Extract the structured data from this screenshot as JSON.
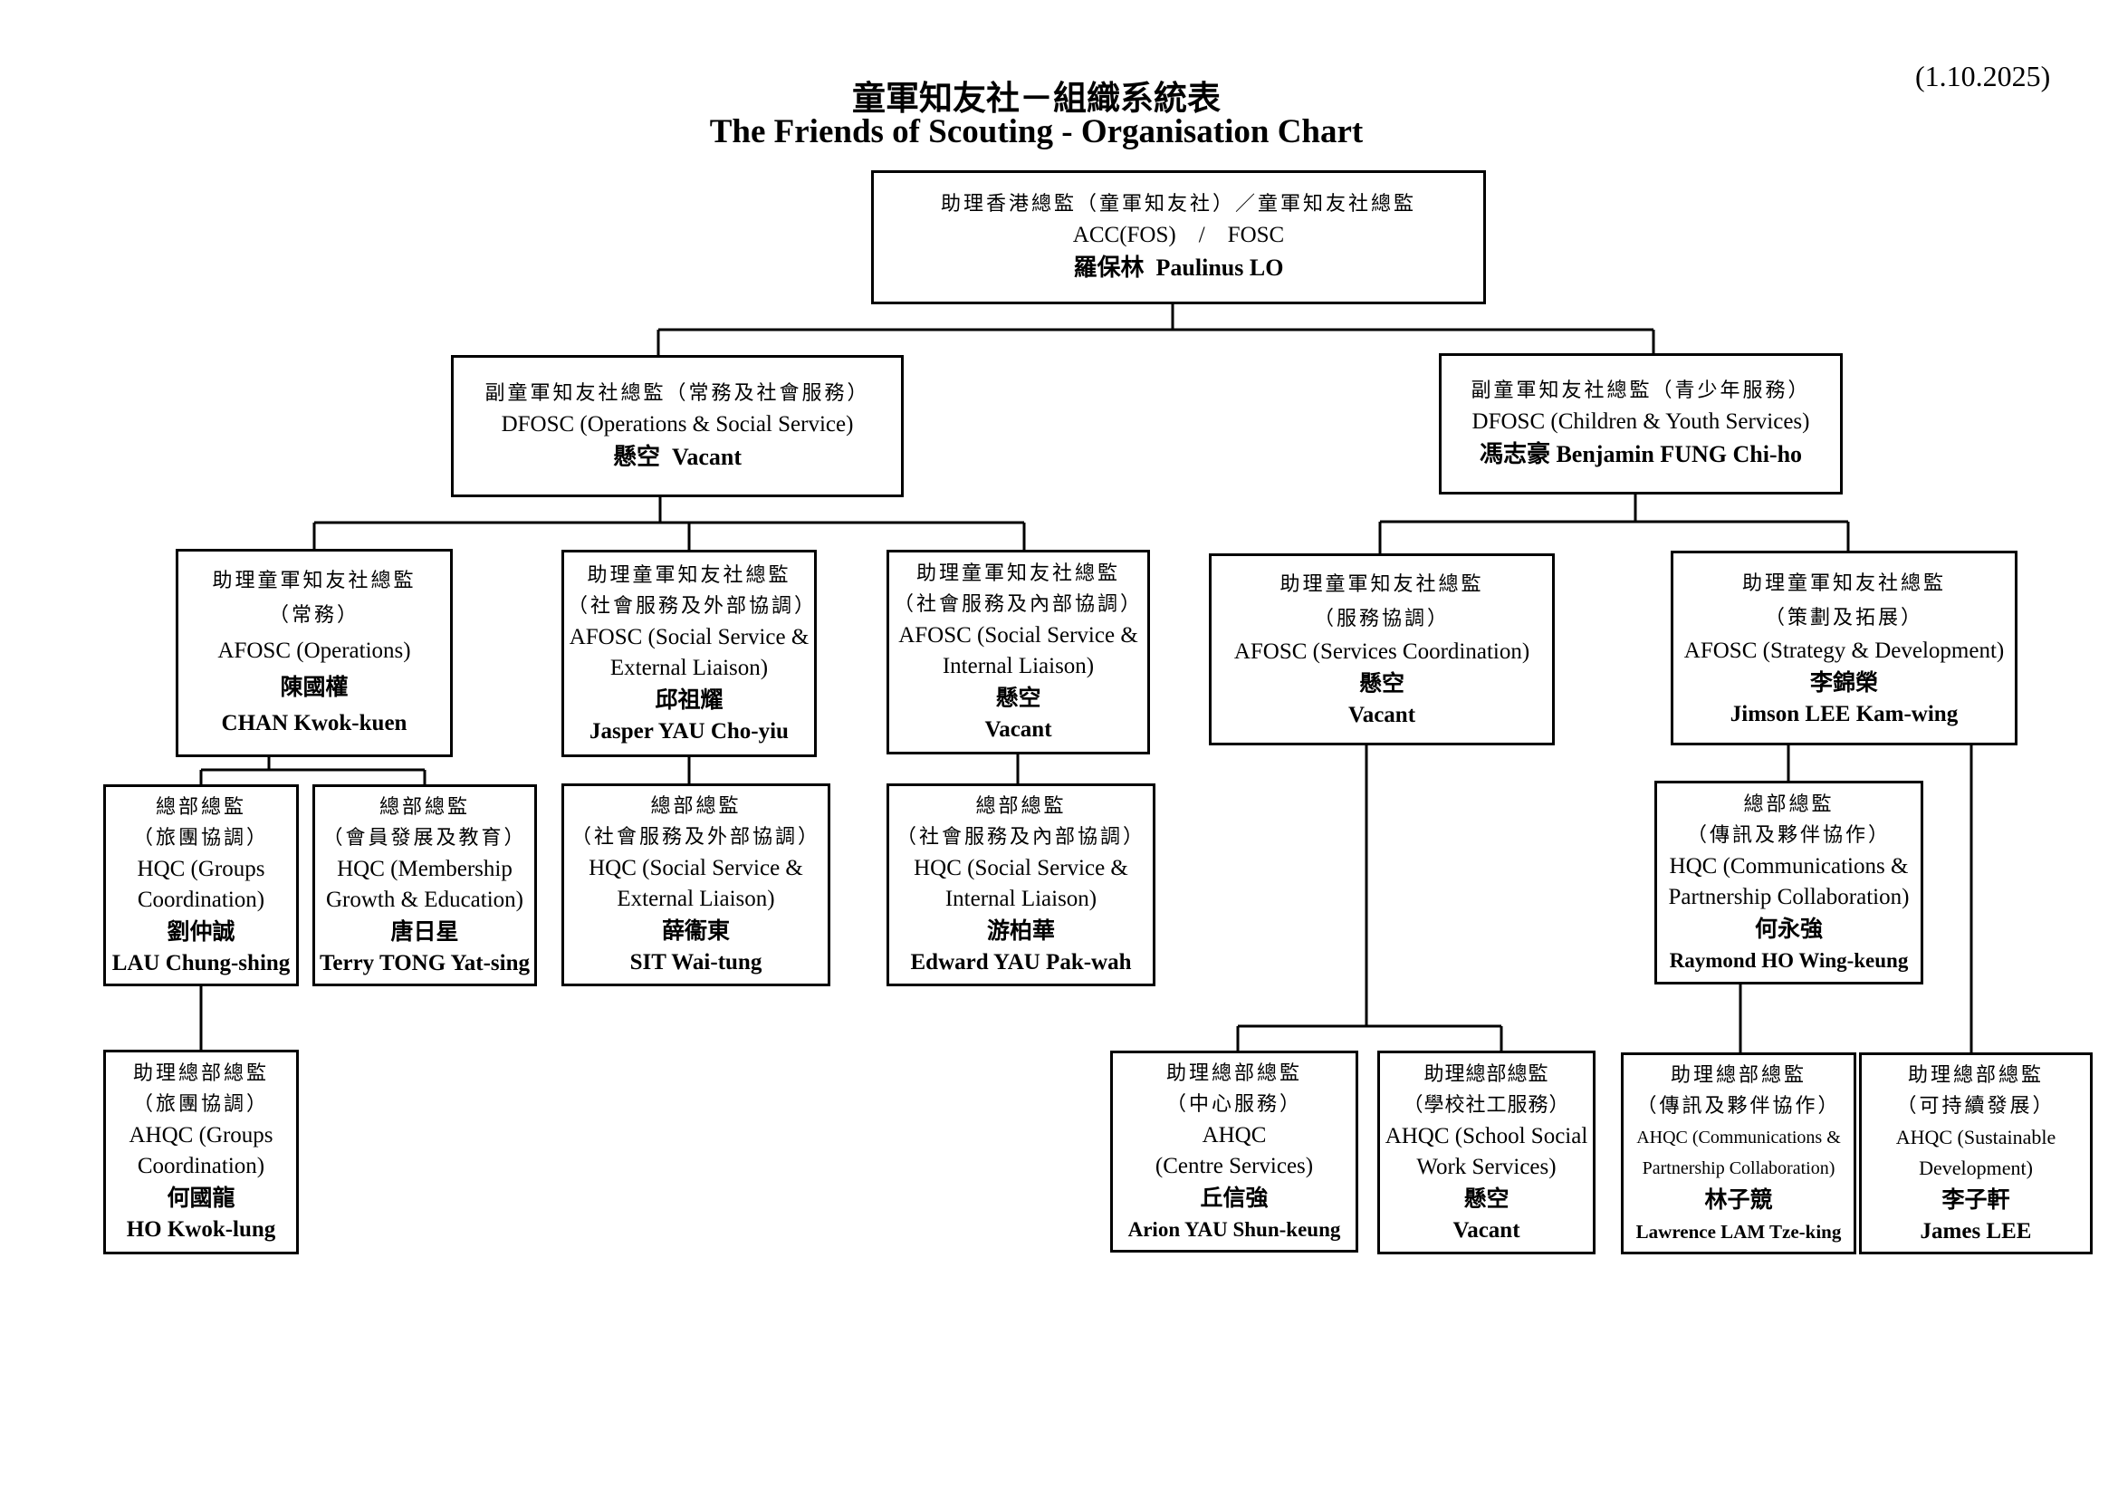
{
  "title": {
    "zh": "童軍知友社－組織系統表",
    "en": "The Friends of Scouting - Organisation Chart"
  },
  "date": "(1.10.2025)",
  "nodes": {
    "acc": {
      "role_zh": "助理香港總監（童軍知友社）／童軍知友社總監",
      "role_en": "ACC(FOS)    /    FOSC",
      "name_zh": "羅保林",
      "name_en": "Paulinus LO"
    },
    "dfosc_ops": {
      "role_zh": "副童軍知友社總監（常務及社會服務）",
      "role_en": "DFOSC (Operations & Social Service)",
      "name_zh": "懸空",
      "name_en": "Vacant"
    },
    "dfosc_cys": {
      "role_zh": "副童軍知友社總監（青少年服務）",
      "role_en": "DFOSC (Children & Youth Services)",
      "name_zh": "馮志豪",
      "name_en": "Benjamin FUNG Chi-ho"
    },
    "afosc_ops": {
      "role_zh": "助理童軍知友社總監\n（常務）",
      "role_en": "AFOSC (Operations)",
      "name_zh": "陳國權",
      "name_en": "CHAN Kwok-kuen"
    },
    "afosc_sse": {
      "role_zh": "助理童軍知友社總監\n（社會服務及外部協調）",
      "role_en": "AFOSC (Social Service &\nExternal Liaison)",
      "name_zh": "邱祖耀",
      "name_en": "Jasper YAU Cho-yiu"
    },
    "afosc_ssi": {
      "role_zh": "助理童軍知友社總監\n（社會服務及內部協調）",
      "role_en": "AFOSC (Social Service &\nInternal Liaison)",
      "name_zh": "懸空",
      "name_en": "Vacant"
    },
    "afosc_sc": {
      "role_zh": "助理童軍知友社總監\n（服務協調）",
      "role_en": "AFOSC (Services Coordination)",
      "name_zh": "懸空",
      "name_en": "Vacant"
    },
    "afosc_sd": {
      "role_zh": "助理童軍知友社總監\n（策劃及拓展）",
      "role_en": "AFOSC (Strategy & Development)",
      "name_zh": "李錦榮",
      "name_en": "Jimson LEE Kam-wing"
    },
    "hqc_gc": {
      "role_zh": "總部總監\n（旅團協調）",
      "role_en": "HQC (Groups\nCoordination)",
      "name_zh": "劉仲誠",
      "name_en": "LAU Chung-shing"
    },
    "hqc_mge": {
      "role_zh": "總部總監\n（會員發展及教育）",
      "role_en": "HQC (Membership\nGrowth & Education)",
      "name_zh": "唐日星",
      "name_en": "Terry TONG Yat-sing"
    },
    "hqc_sse": {
      "role_zh": "總部總監\n（社會服務及外部協調）",
      "role_en": "HQC (Social Service &\nExternal Liaison)",
      "name_zh": "薛衞東",
      "name_en": "SIT Wai-tung"
    },
    "hqc_ssi": {
      "role_zh": "總部總監\n（社會服務及內部協調）",
      "role_en": "HQC (Social Service &\nInternal Liaison)",
      "name_zh": "游柏華",
      "name_en": "Edward YAU Pak-wah"
    },
    "hqc_cpc": {
      "role_zh": "總部總監\n（傳訊及夥伴協作）",
      "role_en": "HQC (Communications &\nPartnership Collaboration)",
      "name_zh": "何永強",
      "name_en": "Raymond HO Wing-keung"
    },
    "ahqc_gc": {
      "role_zh": "助理總部總監\n（旅團協調）",
      "role_en": "AHQC (Groups\nCoordination)",
      "name_zh": "何國龍",
      "name_en": "HO Kwok-lung"
    },
    "ahqc_cs": {
      "role_zh": "助理總部總監\n（中心服務）",
      "role_en": "AHQC\n(Centre Services)",
      "name_zh": "丘信強",
      "name_en": "Arion YAU Shun-keung"
    },
    "ahqc_ssw": {
      "role_zh": "助理總部總監\n（學校社工服務）",
      "role_en": "AHQC (School Social\nWork Services)",
      "name_zh": "懸空",
      "name_en": "Vacant"
    },
    "ahqc_cpc": {
      "role_zh": "助理總部總監\n（傳訊及夥伴協作）",
      "role_en": "AHQC (Communications &\nPartnership Collaboration)",
      "name_zh": "林子競",
      "name_en": "Lawrence LAM Tze-king"
    },
    "ahqc_sus": {
      "role_zh": "助理總部總監\n（可持續發展）",
      "role_en": "AHQC (Sustainable\nDevelopment)",
      "name_zh": "李子軒",
      "name_en": "James LEE"
    }
  }
}
